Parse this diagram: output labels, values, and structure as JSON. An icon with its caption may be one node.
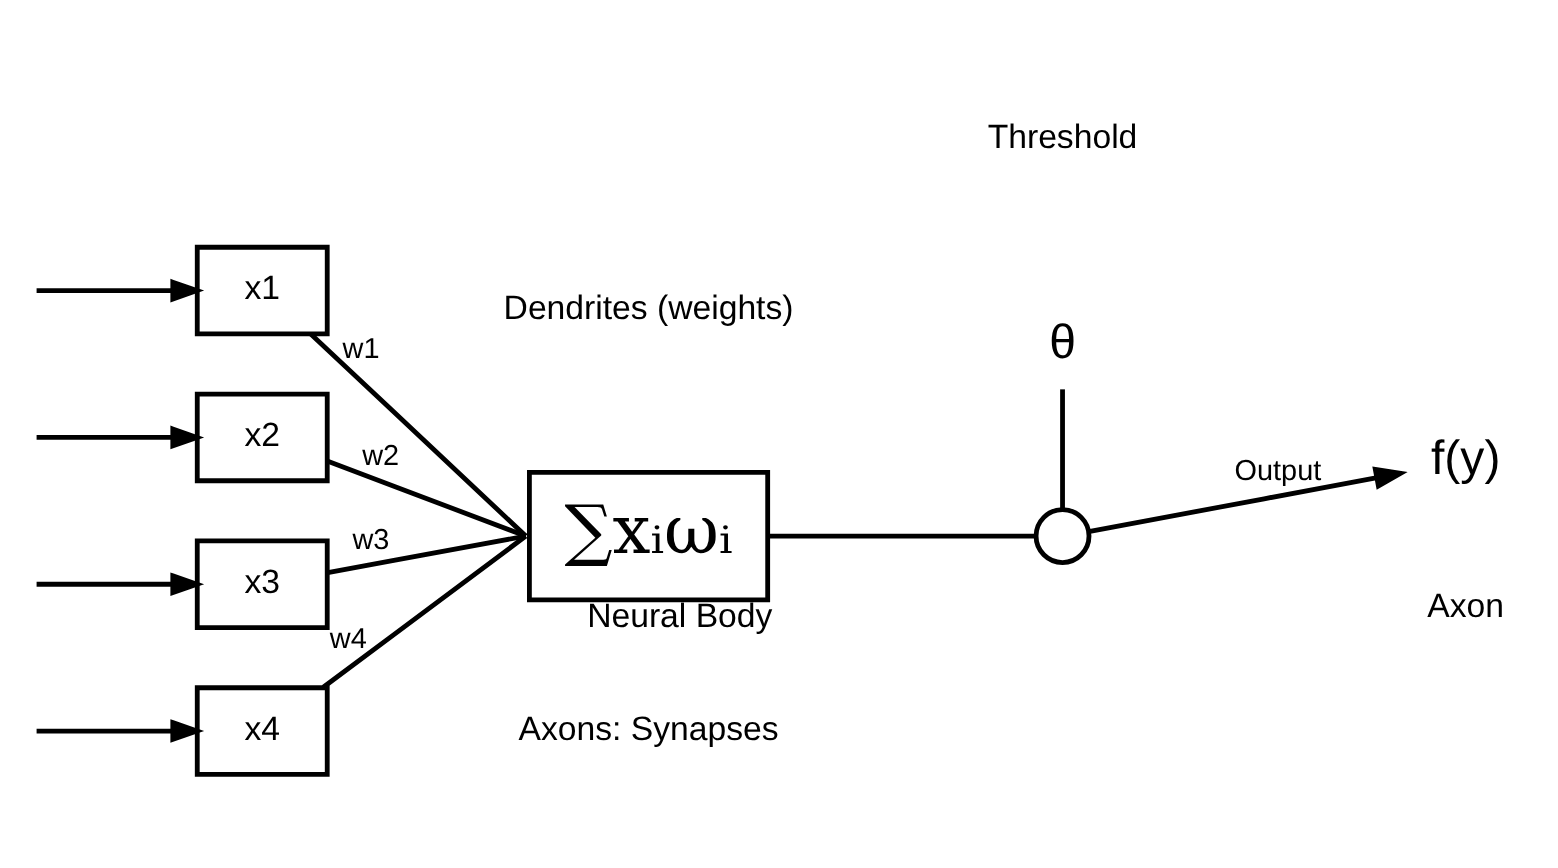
{
  "diagram": {
    "nodes": [
      {
        "text": [
          "x1"
        ]
      },
      {
        "text": [
          "x2"
        ]
      },
      {
        "text": [
          "x3"
        ]
      },
      {
        "text": [
          "x4"
        ]
      },
      {
        "text": [
          "∑xᵢωᵢ"
        ],
        "beside": [
          "Neural Body"
        ]
      },
      {
        "text": [],
        "shape": "circle"
      },
      {
        "text": [
          "θ"
        ]
      },
      {
        "text": [
          "f(y)"
        ]
      }
    ],
    "edges": [
      {
        "from": null,
        "to": 0,
        "arrow": "to"
      },
      {
        "from": null,
        "to": 1,
        "arrow": "to"
      },
      {
        "from": null,
        "to": 2,
        "arrow": "to"
      },
      {
        "from": null,
        "to": 3,
        "arrow": "to"
      },
      {
        "from": 0,
        "to": 4,
        "arrow": "none",
        "label": "w1"
      },
      {
        "from": 1,
        "to": 4,
        "arrow": "none",
        "label": "w2"
      },
      {
        "from": 2,
        "to": 4,
        "arrow": "none",
        "label": "w3"
      },
      {
        "from": 3,
        "to": 4,
        "arrow": "none",
        "label": "w4"
      },
      {
        "from": 4,
        "to": 5,
        "arrow": "none"
      },
      {
        "from": 6,
        "to": 5,
        "arrow": "none"
      },
      {
        "from": 5,
        "to": 7,
        "arrow": "to",
        "label": "Output"
      }
    ],
    "labels": [
      "Dendrites (weights)",
      "Threshold",
      "Axon",
      "Axons: Synapses"
    ]
  }
}
